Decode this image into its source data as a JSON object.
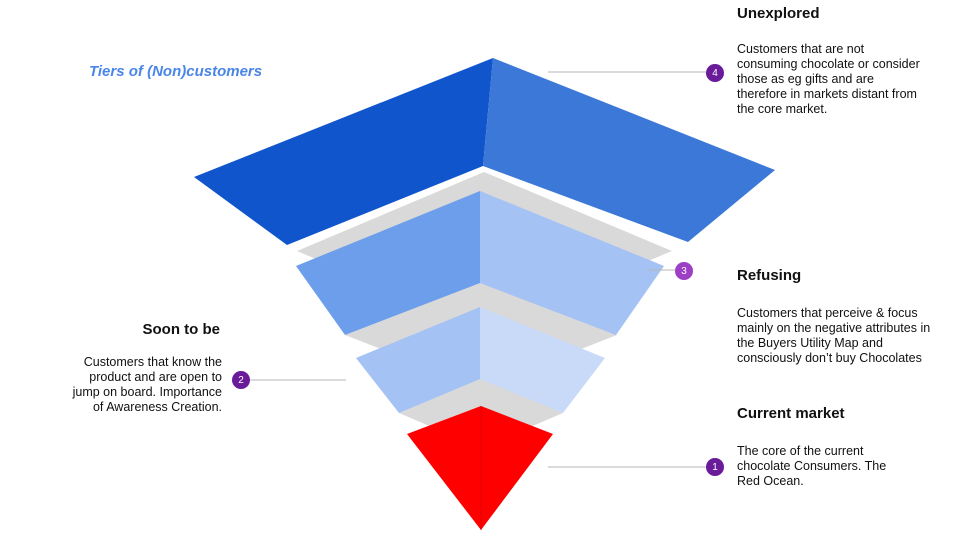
{
  "title": "Tiers of (Non)customers",
  "colors": {
    "title": "#4a86e8",
    "badge": "#6a1b9a",
    "tier4_left": "#1155cc",
    "tier4_right": "#3c78d8",
    "tier3_left": "#6d9eeb",
    "tier3_right": "#a4c2f4",
    "tier2_left": "#a4c2f4",
    "tier2_right": "#c9daf8",
    "tier1": "#ff0000",
    "shadow": "#d9d9d9",
    "connector": "#b7b7b7"
  },
  "tiers": [
    {
      "number": "1",
      "heading": "Current market",
      "description": "The core of the current chocolate Consumers. The Red Ocean."
    },
    {
      "number": "2",
      "heading": "Soon to be",
      "description": "Customers that know the product and are open to jump on board. Importance of Awareness Creation."
    },
    {
      "number": "3",
      "heading": "Refusing",
      "description": "Customers that perceive & focus mainly on the negative attributes in the Buyers Utility Map and consciously don’t buy Chocolates"
    },
    {
      "number": "4",
      "heading": "Unexplored",
      "description": "Customers that are not consuming chocolate or consider those as eg gifts and are therefore in markets distant from the core market."
    }
  ]
}
